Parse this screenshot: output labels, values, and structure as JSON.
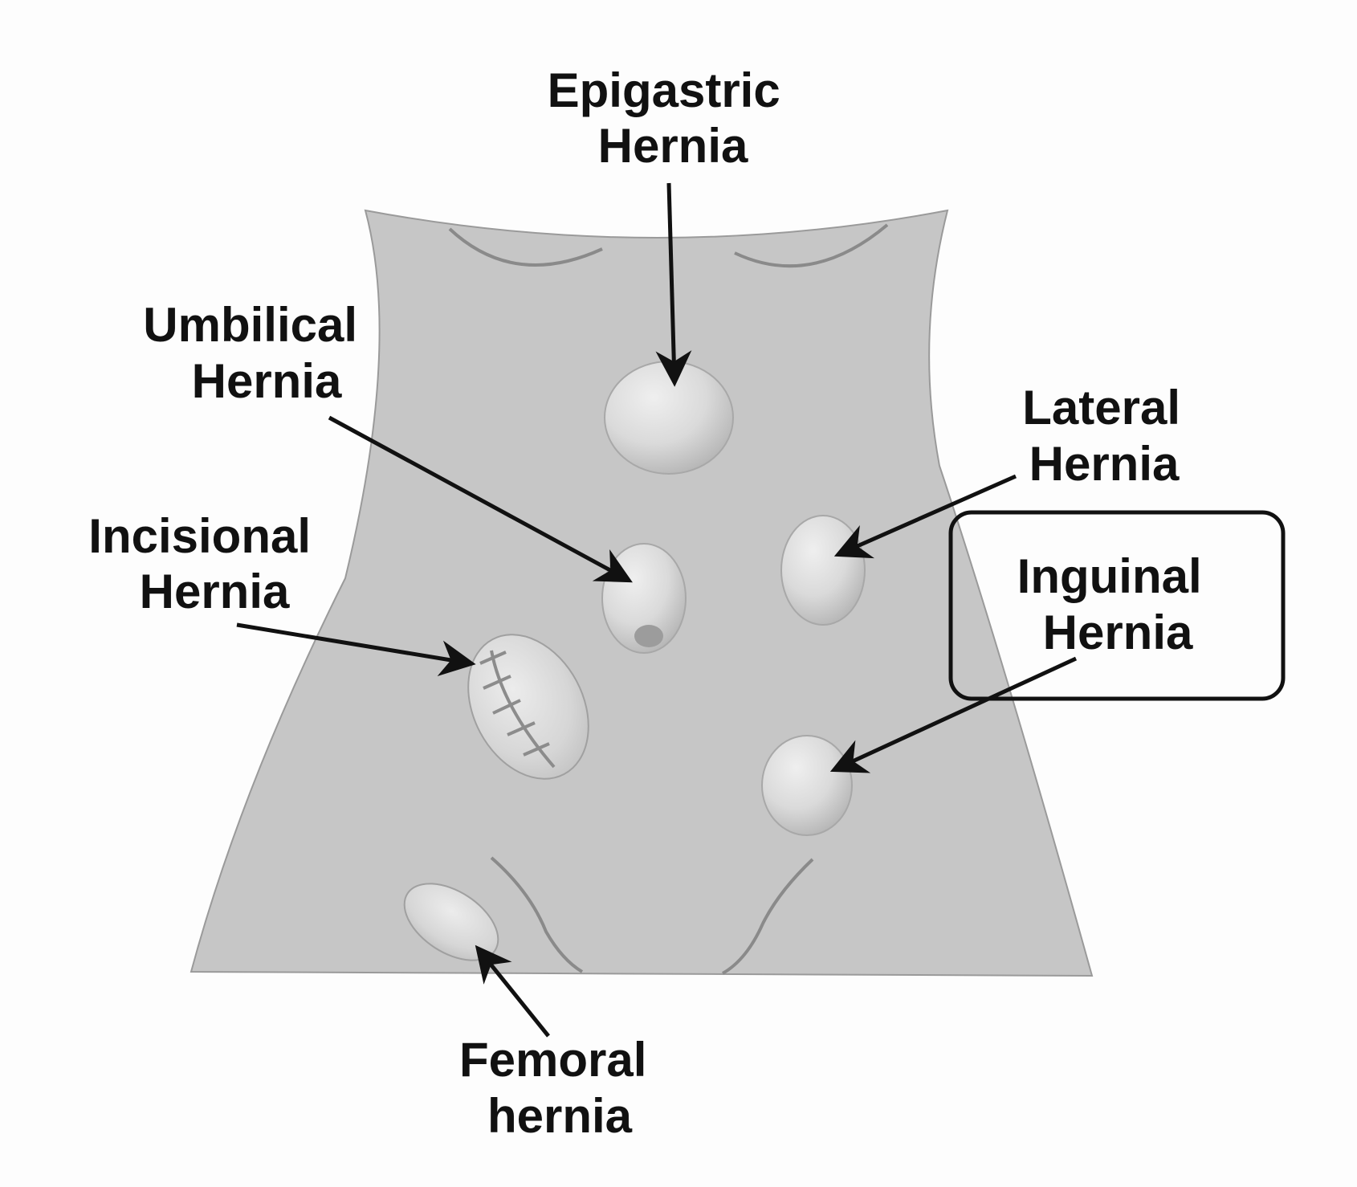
{
  "labels": {
    "epigastric": {
      "line1": "Epigastric",
      "line2": "Hernia"
    },
    "umbilical": {
      "line1": "Umbilical",
      "line2": "Hernia"
    },
    "lateral": {
      "line1": "Lateral",
      "line2": "Hernia"
    },
    "inguinal": {
      "line1": "Inguinal",
      "line2": "Hernia"
    },
    "incisional": {
      "line1": "Incisional",
      "line2": "Hernia"
    },
    "femoral": {
      "line1": "Femoral",
      "line2": "hernia"
    }
  },
  "highlighted_label": "inguinal",
  "colors": {
    "background": "#fdfdfd",
    "torso": "#c6c6c6",
    "torso_outline": "#8a8a8a",
    "bulge_light": "#e9e9e9",
    "bulge_dark": "#b4b4b4",
    "arrow": "#111111",
    "text": "#111111"
  }
}
